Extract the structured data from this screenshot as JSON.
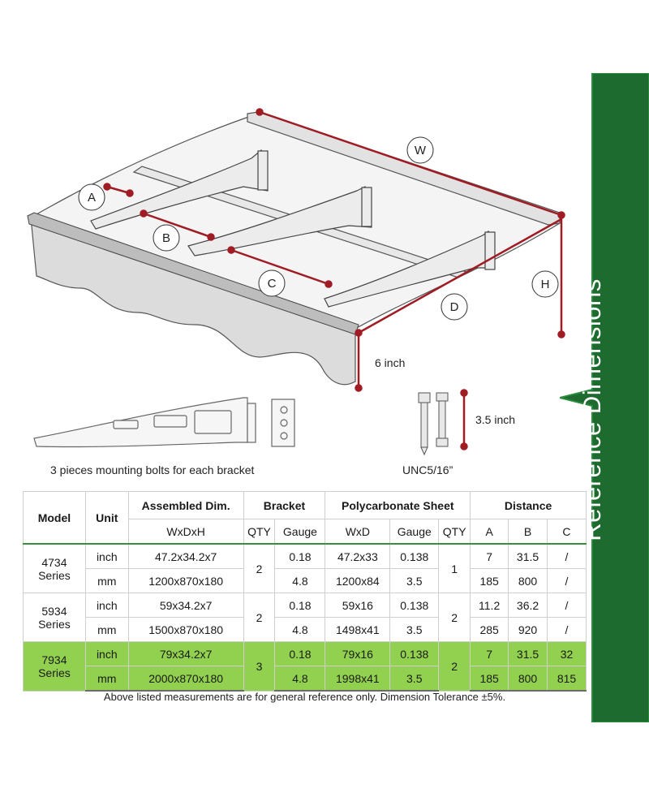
{
  "diagram": {
    "letters": [
      "W",
      "A",
      "B",
      "C",
      "D",
      "H"
    ],
    "six_inch": "6 inch",
    "bolt_length": "3.5 inch",
    "bolt_caption": "3 pieces mounting bolts for each bracket",
    "bolt_thread": "UNC5/16”",
    "line_color": "#a01c24"
  },
  "banner": {
    "title": "Reference Dimensions",
    "color": "#1d6b2e"
  },
  "table": {
    "headers": {
      "model": "Model",
      "unit": "Unit",
      "assembled": "Assembled Dim.",
      "bracket": "Bracket",
      "sheet": "Polycarbonate Sheet",
      "distance": "Distance",
      "wxdxh": "WxDxH",
      "qty": "QTY",
      "gauge": "Gauge",
      "wxd": "WxD",
      "gauge2": "Gauge",
      "qty2": "QTY",
      "a": "A",
      "b": "B",
      "c": "C"
    },
    "groups": [
      {
        "model_line1": "4734",
        "model_line2": "Series",
        "bracket_qty": "2",
        "sheet_qty": "1",
        "rows": [
          {
            "unit": "inch",
            "assembled": "47.2x34.2x7",
            "bracket_gauge": "0.18",
            "sheet_wxd": "47.2x33",
            "sheet_gauge": "0.138",
            "a": "7",
            "b": "31.5",
            "c": "/"
          },
          {
            "unit": "mm",
            "assembled": "1200x870x180",
            "bracket_gauge": "4.8",
            "sheet_wxd": "1200x84",
            "sheet_gauge": "3.5",
            "a": "185",
            "b": "800",
            "c": "/"
          }
        ]
      },
      {
        "model_line1": "5934",
        "model_line2": "Series",
        "bracket_qty": "2",
        "sheet_qty": "2",
        "rows": [
          {
            "unit": "inch",
            "assembled": "59x34.2x7",
            "bracket_gauge": "0.18",
            "sheet_wxd": "59x16",
            "sheet_gauge": "0.138",
            "a": "11.2",
            "b": "36.2",
            "c": "/"
          },
          {
            "unit": "mm",
            "assembled": "1500x870x180",
            "bracket_gauge": "4.8",
            "sheet_wxd": "1498x41",
            "sheet_gauge": "3.5",
            "a": "285",
            "b": "920",
            "c": "/"
          }
        ]
      },
      {
        "model_line1": "7934",
        "model_line2": "Series",
        "bracket_qty": "3",
        "sheet_qty": "2",
        "rows": [
          {
            "unit": "inch",
            "assembled": "79x34.2x7",
            "bracket_gauge": "0.18",
            "sheet_wxd": "79x16",
            "sheet_gauge": "0.138",
            "a": "7",
            "b": "31.5",
            "c": "32"
          },
          {
            "unit": "mm",
            "assembled": "2000x870x180",
            "bracket_gauge": "4.8",
            "sheet_wxd": "1998x41",
            "sheet_gauge": "3.5",
            "a": "185",
            "b": "800",
            "c": "815"
          }
        ]
      }
    ],
    "highlight_color": "#92d050"
  },
  "footnote": "Above listed measurements are for general reference only. Dimension Tolerance ±5%."
}
